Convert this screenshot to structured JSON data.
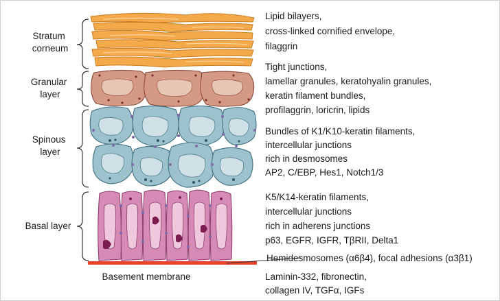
{
  "colors": {
    "cornified": "#f3a544",
    "granular": "#c97a62",
    "spinous": "#8fb7c3",
    "basal": "#c879a6",
    "basement_membrane": "#e8432c",
    "brace": "#333333"
  },
  "layers": [
    {
      "name_lines": [
        "Stratum",
        "corneum"
      ],
      "description_lines": [
        "Lipid bilayers,",
        "cross-linked cornified envelope,",
        "filaggrin"
      ]
    },
    {
      "name_lines": [
        "Granular",
        "layer"
      ],
      "description_lines": [
        "Tight junctions,",
        "lamellar granules, keratohyalin granules,",
        "keratin filament bundles,",
        "profilaggrin, loricrin, lipids"
      ]
    },
    {
      "name_lines": [
        "Spinous",
        "layer"
      ],
      "description_lines": [
        "Bundles of K1/K10-keratin filaments,",
        "intercellular junctions",
        "rich in desmosomes",
        "AP2, C/EBP, Hes1, Notch1/3"
      ]
    },
    {
      "name_lines": [
        "Basal layer"
      ],
      "description_lines": [
        "K5/K14-keratin filaments,",
        "intercellular junctions",
        "rich in adherens junctions",
        "p63, EGFR, IGFR, TβRII, Delta1"
      ]
    }
  ],
  "hemidesmosomes": "Hemidesmosomes (α6β4), focal adhesions (α3β1)",
  "basement_membrane": {
    "label": "Basement membrane",
    "description_lines": [
      "Laminin-332, fibronectin,",
      "collagen IV, TGFα, IGFs"
    ]
  }
}
